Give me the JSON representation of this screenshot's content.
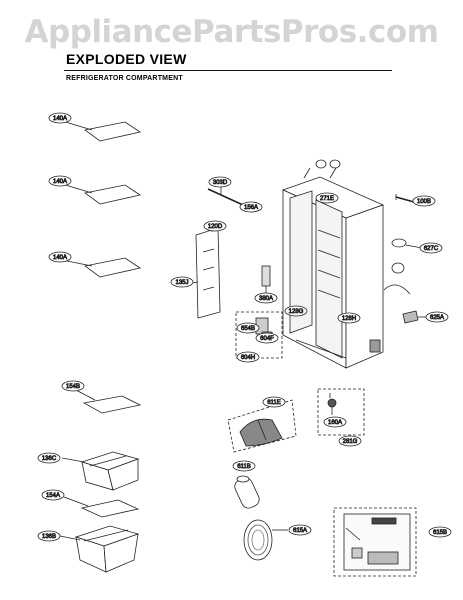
{
  "watermark": "AppliancePartsPros.com",
  "header": {
    "title": "EXPLODED VIEW",
    "subtitle": "REFRIGERATOR COMPARTMENT"
  },
  "callouts": {
    "p140a_1": "140A",
    "p140a_2": "140A",
    "p140a_3": "140A",
    "p303d": "303D",
    "p156a": "156A",
    "p120d": "120D",
    "p135j": "135J",
    "p380a": "380A",
    "p654b": "654B",
    "p604f": "604F",
    "p604h": "604H",
    "p128g": "128G",
    "p128h": "128H",
    "p271e": "271E",
    "p100b": "100B",
    "p627c": "627C",
    "p625a": "625A",
    "p154b": "154B",
    "p136c": "136C",
    "p154a": "154A",
    "p136b": "136B",
    "p611e": "611E",
    "p611b": "611B",
    "p160a": "160A",
    "p281g": "281G",
    "p615a": "615A",
    "p615b": "615B"
  }
}
